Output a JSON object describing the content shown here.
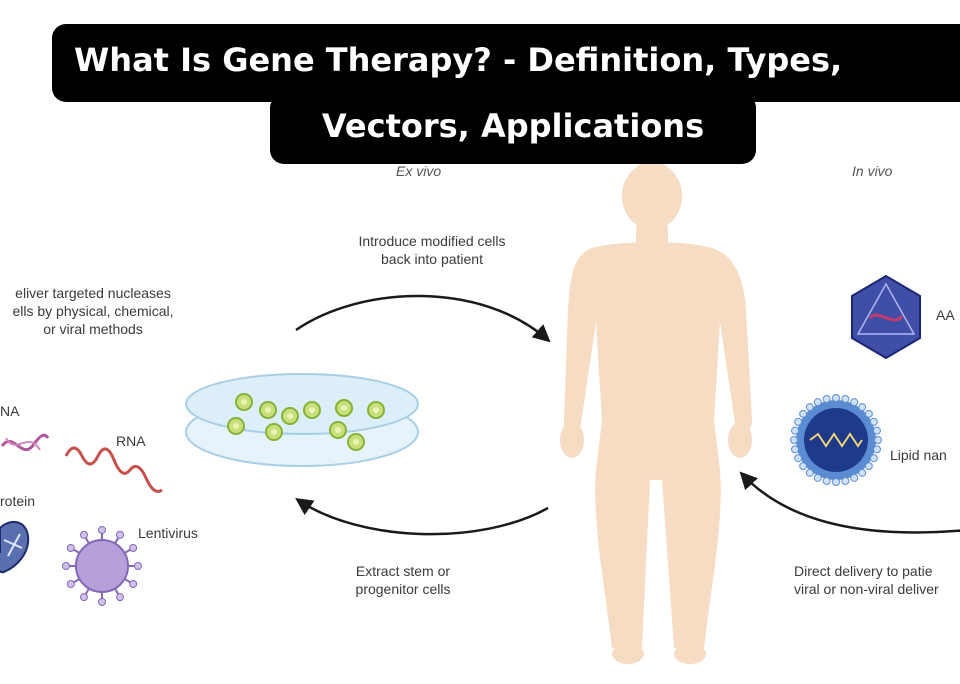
{
  "title": {
    "line1": "What Is Gene Therapy? - Definition, Types,",
    "line2": "Vectors, Applications"
  },
  "labels": {
    "ex_vivo": "Ex vivo",
    "in_vivo": "In vivo",
    "introduce_line1": "Introduce modified cells",
    "introduce_line2": "back into patient",
    "deliver_line1": "eliver targeted nucleases",
    "deliver_line2": "ells by physical, chemical,",
    "deliver_line3": "or viral methods",
    "dna": "NA",
    "rna": "RNA",
    "protein": "rotein",
    "lentivirus": "Lentivirus",
    "extract_line1": "Extract stem or",
    "extract_line2": "progenitor cells",
    "aav": "AA",
    "lipid": "Lipid nan",
    "direct_line1": "Direct delivery to patie",
    "direct_line2": "viral or non-viral deliver"
  },
  "colors": {
    "body": "#f7dcc4",
    "arrow": "#1a1a1a",
    "dish_fill": "#dceef8",
    "dish_edge": "#a9cfe6",
    "cell_fill": "#c9e07a",
    "cell_edge": "#86b23a",
    "rna_strand": "#c8504a",
    "dna_strand": "#b0569a",
    "lentivirus": "#b79fd9",
    "aav_fill": "#3f4fa8",
    "aav_inner": "#c43a6a",
    "lipid_outer": "#5b8cd1",
    "lipid_inner": "#1f3a8a"
  },
  "icons": [
    "human-body-silhouette",
    "petri-dish-icon",
    "rna-strand-icon",
    "dna-strand-icon",
    "protein-icon",
    "lentivirus-icon",
    "aav-capsid-icon",
    "lipid-nanoparticle-icon",
    "cycle-arrow-icon"
  ]
}
